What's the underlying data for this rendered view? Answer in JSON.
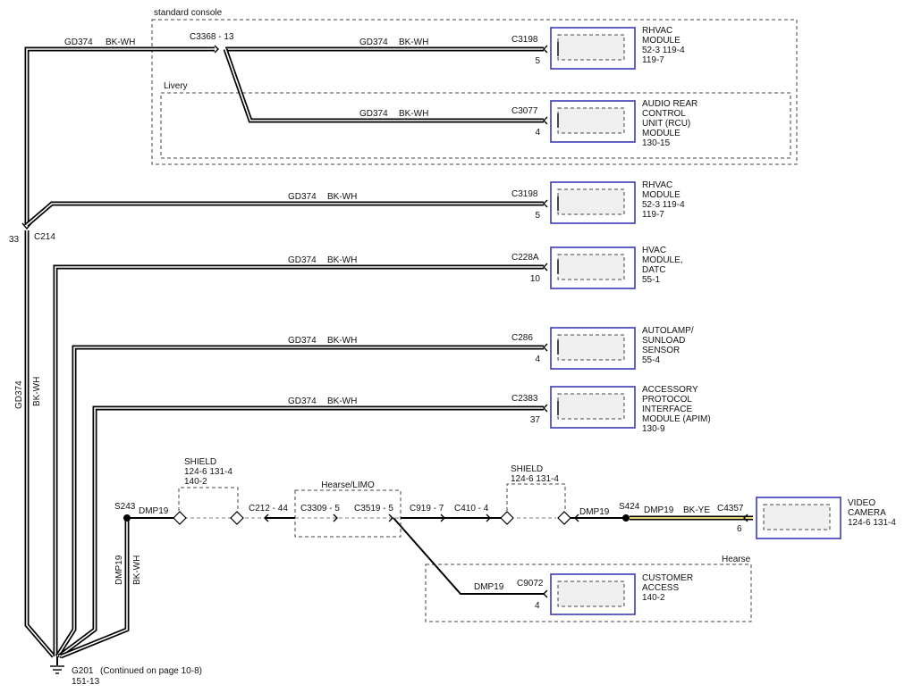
{
  "regions": {
    "standard_console": "standard console",
    "livery": "Livery",
    "hearse_limo": "Hearse/LIMO",
    "hearse": "Hearse"
  },
  "ground_bus": {
    "circuit": "GD374",
    "color": "BK-WH",
    "c214_pin": "33",
    "c214": "C214",
    "ground": "G201",
    "ground_note": "(Continued on page 10-8)",
    "ground_ref": "151-13"
  },
  "top_wire": {
    "circuit": "GD374",
    "color": "BK-WH",
    "splice": "C3368 - 13"
  },
  "modules": [
    {
      "circuit": "GD374",
      "color": "BK-WH",
      "connector": "C3198",
      "pin": "5",
      "lines": [
        "RHVAC",
        "MODULE",
        "52-3   119-4",
        "119-7"
      ]
    },
    {
      "circuit": "GD374",
      "color": "BK-WH",
      "connector": "C3077",
      "pin": "4",
      "lines": [
        "AUDIO REAR",
        "CONTROL",
        "UNIT (RCU)",
        "MODULE",
        "130-15"
      ]
    },
    {
      "circuit": "GD374",
      "color": "BK-WH",
      "connector": "C3198",
      "pin": "5",
      "lines": [
        "RHVAC",
        "MODULE",
        "52-3   119-4",
        "119-7"
      ]
    },
    {
      "circuit": "GD374",
      "color": "BK-WH",
      "connector": "C228A",
      "pin": "10",
      "lines": [
        "HVAC",
        "MODULE,",
        "DATC",
        "55-1"
      ]
    },
    {
      "circuit": "GD374",
      "color": "BK-WH",
      "connector": "C286",
      "pin": "4",
      "lines": [
        "AUTOLAMP/",
        "SUNLOAD",
        "SENSOR",
        "55-4"
      ]
    },
    {
      "circuit": "GD374",
      "color": "BK-WH",
      "connector": "C2383",
      "pin": "37",
      "lines": [
        "ACCESSORY",
        "PROTOCOL",
        "INTERFACE",
        "MODULE (APIM)",
        "130-9"
      ]
    }
  ],
  "drain": {
    "splice_left": "S243",
    "circuit_left": "DMP19",
    "vertical_circuit": "DMP19",
    "vertical_color": "BK-WH",
    "shield_left_label": "SHIELD",
    "shield_left_ref1": "124-6   131-4",
    "shield_left_ref2": "140-2",
    "connectors": [
      "C212 - 44",
      "C3309 - 5",
      "C3519 - 5",
      "C919 - 7",
      "C410 - 4"
    ],
    "shield_right_label": "SHIELD",
    "shield_right_ref": "124-6   131-4",
    "circuit_mid": "DMP19",
    "splice_right": "S424",
    "circuit_right": "DMP19",
    "color_right": "BK-YE",
    "camera_connector": "C4357",
    "camera_pin": "6",
    "camera_lines": [
      "VIDEO",
      "CAMERA",
      "124-6   131-4"
    ],
    "customer_circuit": "DMP19",
    "customer_connector": "C9072",
    "customer_pin": "4",
    "customer_lines": [
      "CUSTOMER",
      "ACCESS",
      "140-2"
    ]
  }
}
